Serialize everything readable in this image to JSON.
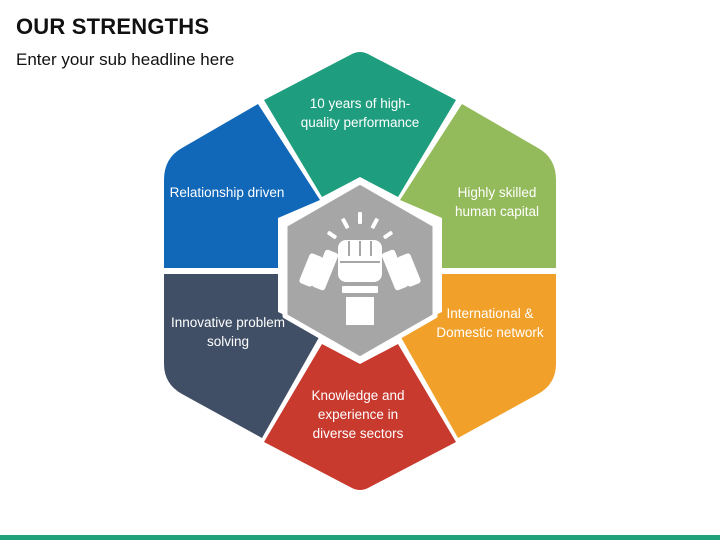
{
  "header": {
    "title": "OUR STRENGTHS",
    "subtitle": "Enter your sub headline here"
  },
  "segments": [
    {
      "id": "top",
      "label": "10 years of high-quality performance",
      "color": "#1e9e7e"
    },
    {
      "id": "top-right",
      "label": "Highly skilled human capital",
      "color": "#94bb5b"
    },
    {
      "id": "bottom-right",
      "label": "International & Domestic network",
      "color": "#f1a02a"
    },
    {
      "id": "bottom",
      "label": "Knowledge and experience in diverse sectors",
      "color": "#c8392e"
    },
    {
      "id": "bottom-left",
      "label": "Innovative problem solving",
      "color": "#414f66"
    },
    {
      "id": "top-left",
      "label": "Relationship driven",
      "color": "#1167b8"
    }
  ],
  "center": {
    "icon": "fist-holding-dumbbell-icon",
    "hex_color": "#a6a6a6",
    "border_color": "#ffffff"
  },
  "footer": {
    "accent": "#1fa27c"
  }
}
